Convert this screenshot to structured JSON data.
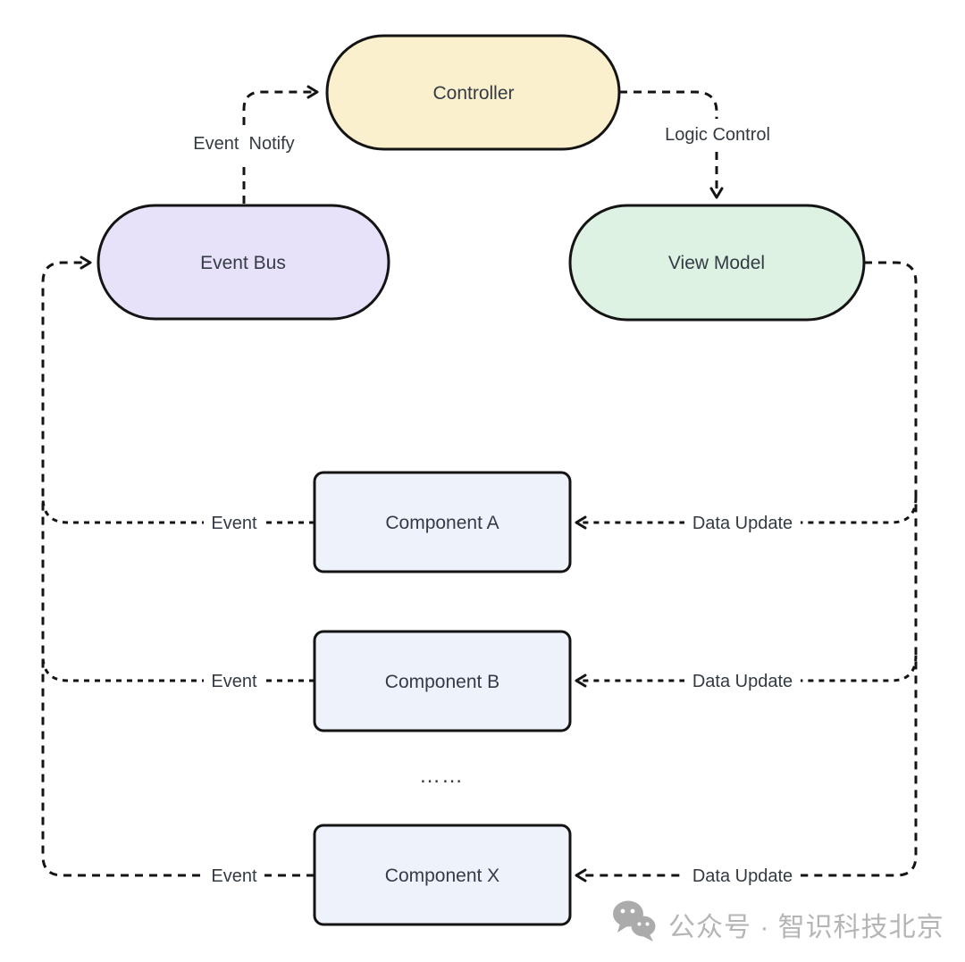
{
  "diagram": {
    "stroke_color": "#141414",
    "text_color": "#343b45",
    "nodes": {
      "controller": {
        "label": "Controller",
        "fill": "#faf0cd"
      },
      "event_bus": {
        "label": "Event Bus",
        "fill": "#e8e1fa"
      },
      "view_model": {
        "label": "View Model",
        "fill": "#ddf2e2"
      },
      "component_a": {
        "label": "Component A",
        "fill": "#eef2fa"
      },
      "component_b": {
        "label": "Component B",
        "fill": "#eef2fa"
      },
      "component_x": {
        "label": "Component X",
        "fill": "#eef2fa"
      },
      "ellipsis": {
        "label": "……"
      }
    },
    "edges": {
      "event_notify": {
        "label": "Event  Notify"
      },
      "logic_control": {
        "label": "Logic Control"
      },
      "event_a": {
        "label": "Event"
      },
      "event_b": {
        "label": "Event"
      },
      "event_x": {
        "label": "Event"
      },
      "data_update_a": {
        "label": "Data Update"
      },
      "data_update_b": {
        "label": "Data Update"
      },
      "data_update_x": {
        "label": "Data Update"
      }
    }
  },
  "watermark": {
    "icon": "wechat-icon",
    "text": "公众号 · 智识科技北京",
    "color": "#b5b5b5"
  }
}
